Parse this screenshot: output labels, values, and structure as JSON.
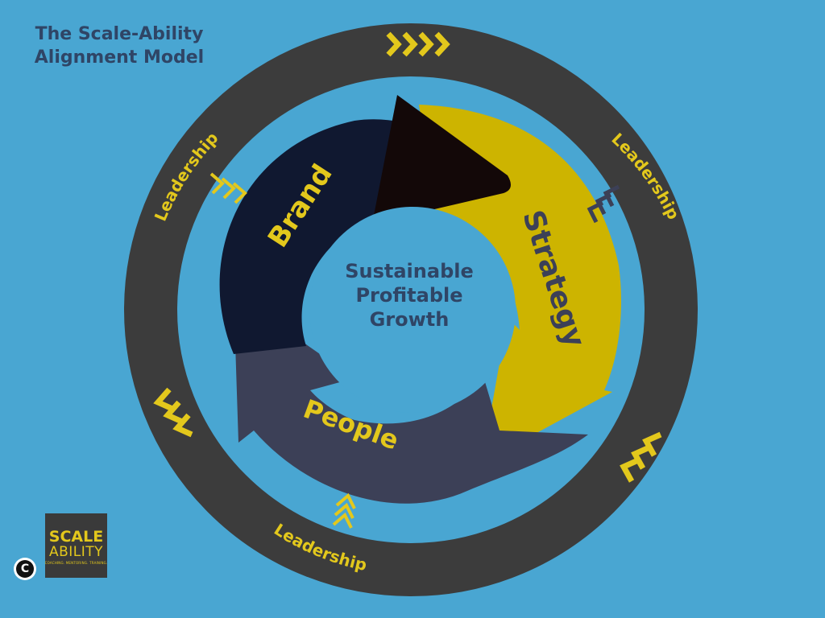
{
  "title": {
    "line1": "The Scale-Ability",
    "line2": "Alignment Model"
  },
  "center": {
    "line1": "Sustainable",
    "line2": "Profitable",
    "line3": "Growth"
  },
  "cycle": {
    "brand": "Brand",
    "strategy": "Strategy",
    "people": "People"
  },
  "ring": {
    "leadership_left": "Leadership",
    "leadership_right": "Leadership",
    "leadership_bottom": "Leadership"
  },
  "logo": {
    "line1": "SCALE",
    "line2": "ABILITY",
    "tagline": "COACHING. MENTORING. TRAINING."
  },
  "copyright_symbol": "C",
  "colors": {
    "background": "#49a6d2",
    "ring": "#3c3c3c",
    "brand": "#101830",
    "brand_tip": "#130808",
    "strategy": "#cdb400",
    "people": "#3c4057",
    "accent_yellow": "#e3c81c",
    "title_text": "#2f4566"
  },
  "icons": {
    "chevrons": "chevron-arrows-icon",
    "copyright": "copyright-icon"
  }
}
